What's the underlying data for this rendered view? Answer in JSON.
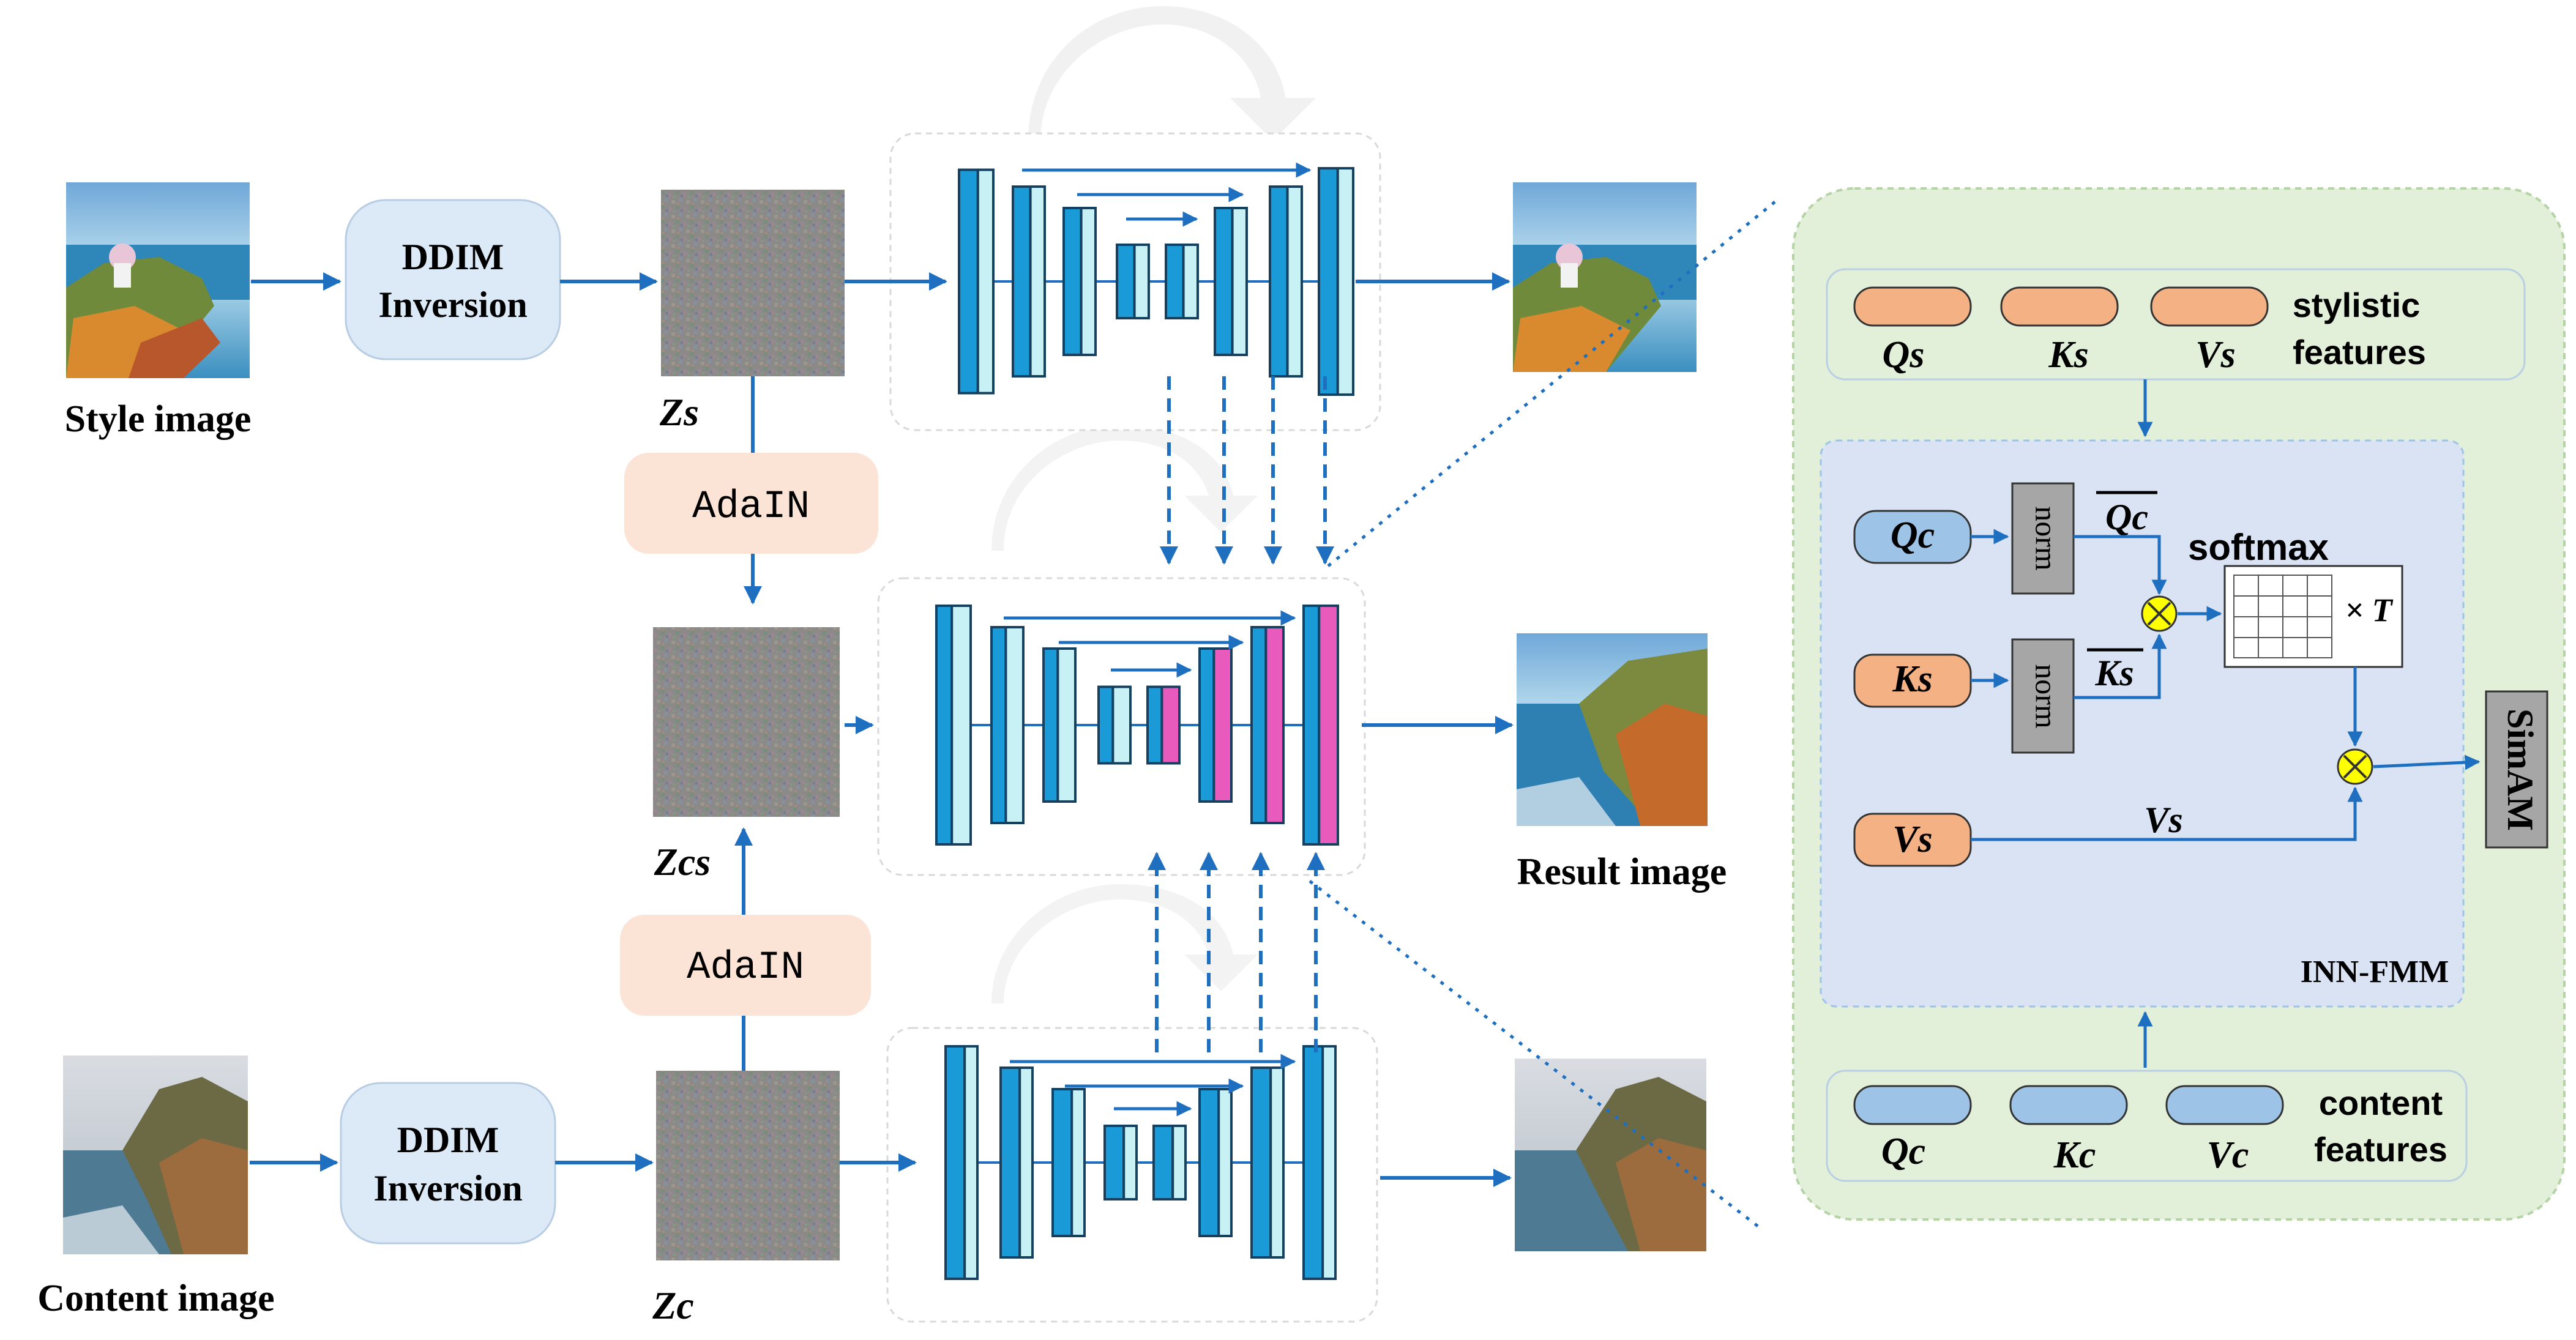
{
  "inputs": {
    "style_label": "Style image",
    "content_label": "Content image",
    "result_label": "Result image"
  },
  "blocks": {
    "ddim_style": [
      "DDIM",
      "Inversion"
    ],
    "ddim_content": [
      "DDIM",
      "Inversion"
    ],
    "adain_top": "AdaIN",
    "adain_bottom": "AdaIN"
  },
  "latents": {
    "zs": "Zs",
    "zcs": "Zcs",
    "zc": "Zc"
  },
  "fmm": {
    "stylistic": {
      "q": "Qs",
      "k": "Ks",
      "v": "Vs",
      "label": [
        "stylistic",
        "features"
      ]
    },
    "content": {
      "q": "Qc",
      "k": "Kc",
      "v": "Vc",
      "label": [
        "content",
        "features"
      ]
    },
    "inner": {
      "qc": "Qc",
      "ks": "Ks",
      "vs": "Vs",
      "norm": "norm",
      "qc_bar": "Qc",
      "ks_bar": "Ks",
      "vs_line": "Vs",
      "softmax": "softmax",
      "times_t": "× T",
      "module": "INN-FMM"
    },
    "simam": "SimAM"
  },
  "colors": {
    "arrow": "#1f6fc1",
    "unet_dark": "#1a9ad6",
    "unet_light": "#c7f1f4",
    "unet_pink": "#e85bbd",
    "ddim_fill": "#dceaf7",
    "adain_fill": "#fbe3d6",
    "panel_green": "#e2efd9",
    "panel_blue": "#dae3f3",
    "token_orange": "#f4b183",
    "token_blue": "#9dc3e6",
    "norm_gray": "#a6a6a6",
    "op_yellow": "#ffff00"
  }
}
